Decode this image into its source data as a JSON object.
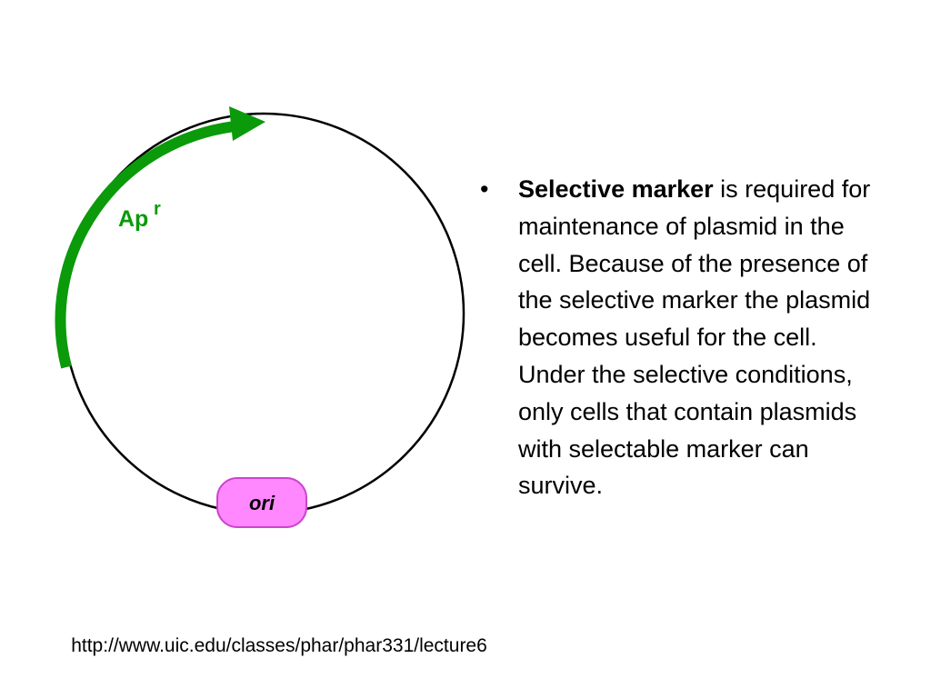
{
  "diagram": {
    "gene_label": "Ap",
    "gene_superscript": "r",
    "origin_label": "ori",
    "colors": {
      "gene_arrow": "#0a9a0a",
      "origin_fill": "#ff88ff",
      "origin_stroke": "#cc44cc",
      "backbone": "#000000"
    }
  },
  "bullet": {
    "marker": "•",
    "bold_term": "Selective marker",
    "text": " is required for maintenance of plasmid in the cell. Because of the presence of the selective marker the plasmid becomes useful for the cell. Under the selective conditions, only cells that contain plasmids with selectable marker can survive."
  },
  "source_url": "http://www.uic.edu/classes/phar/phar331/lecture6"
}
